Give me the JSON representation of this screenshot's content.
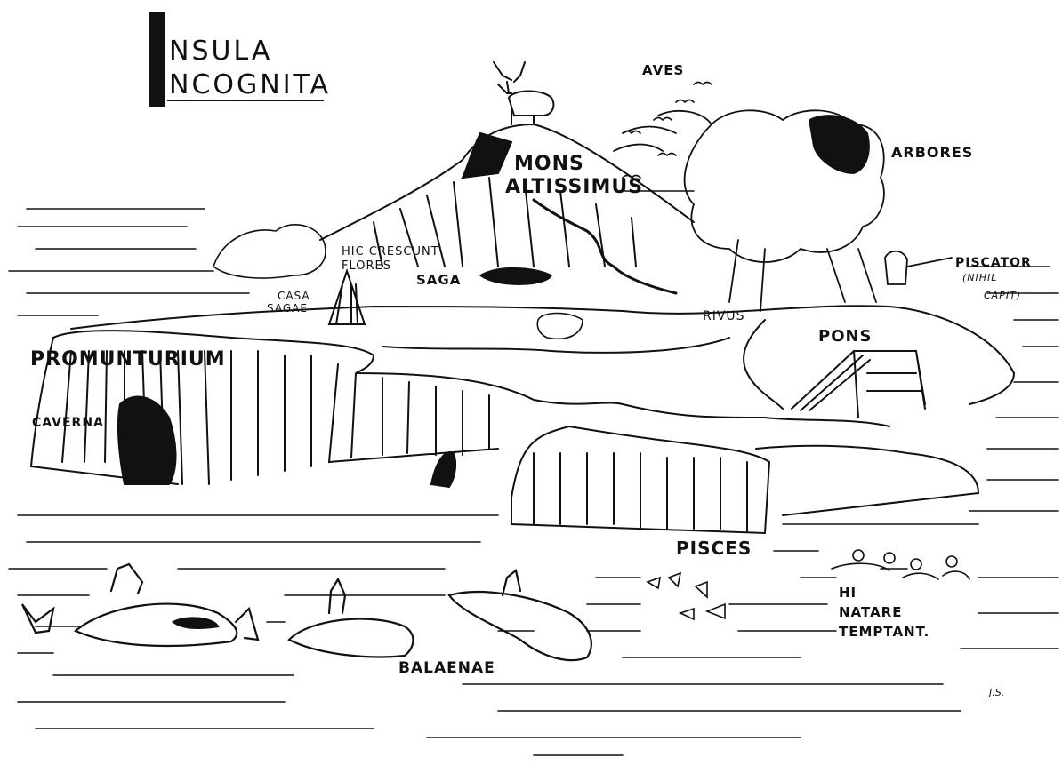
{
  "title": {
    "line1": "NSULA",
    "line2": "NCOGNITA"
  },
  "labels": {
    "aves": "AVES",
    "mons": "MONS",
    "altissimus": "ALTISSIMUS",
    "arbores": "ARBORES",
    "hic_crescunt": "HIC CRESCUNT",
    "flores": "FLORES",
    "saga": "SAGA",
    "casa": "CASA",
    "sagae": "SAGAE",
    "piscator": "PISCATOR",
    "nihil_capit_1": "(NIHIL",
    "nihil_capit_2": "CAPIT)",
    "rivus": "RIVUS",
    "pons": "PONS",
    "promunturium": "PROMUNTURIUM",
    "caverna": "CAVERNA",
    "pisces": "PISCES",
    "hi": "HI",
    "natare": "NATARE",
    "temptant": "TEMPTANT.",
    "balaenae": "BALAENAE",
    "signature": "J.S."
  },
  "style": {
    "ink": "#111111",
    "paper": "#ffffff"
  }
}
